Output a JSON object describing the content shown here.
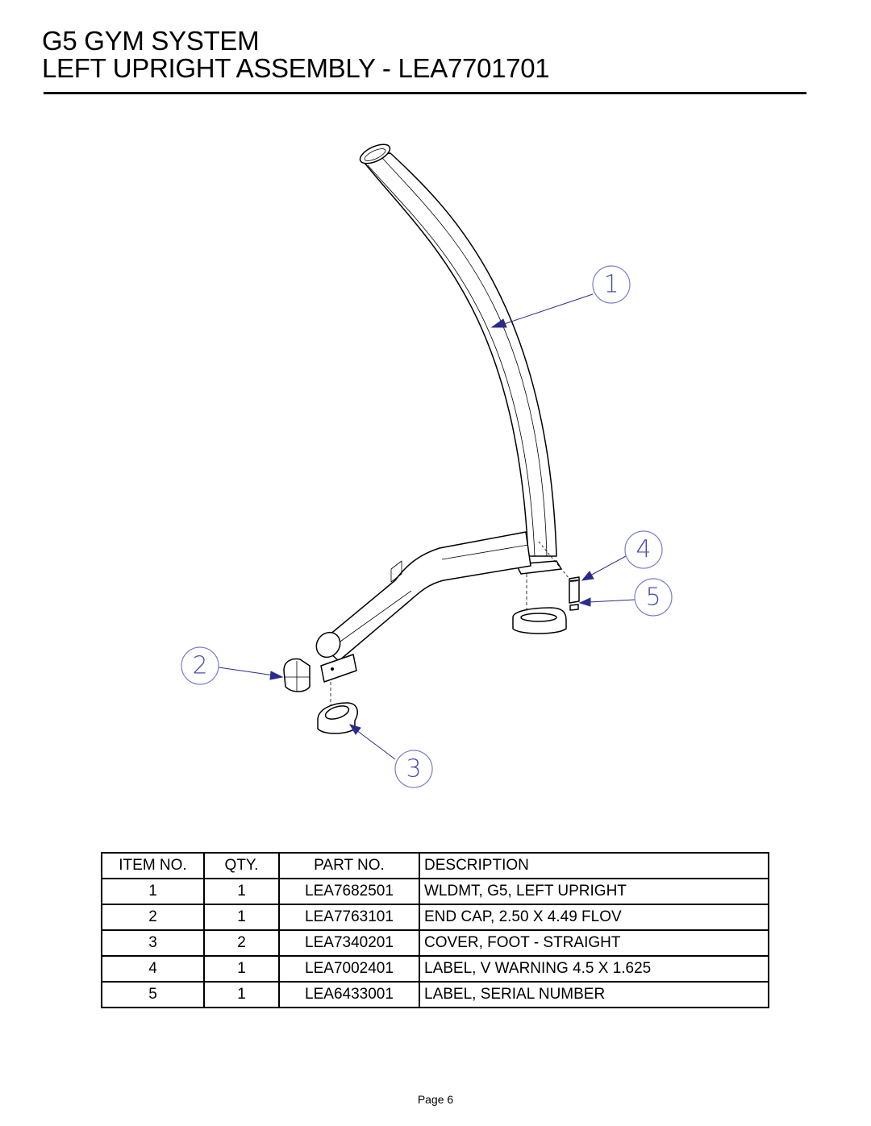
{
  "header": {
    "title_line1": "G5 GYM SYSTEM",
    "title_line2": "LEFT UPRIGHT ASSEMBLY - LEA7701701"
  },
  "drawing": {
    "balloons": [
      "1",
      "2",
      "3",
      "4",
      "5"
    ],
    "line_color": "#2b2b8f",
    "balloon_color": "#7b7bd0"
  },
  "bom": {
    "headers": [
      "ITEM NO.",
      "QTY.",
      "PART NO.",
      "DESCRIPTION"
    ],
    "rows": [
      [
        "1",
        "1",
        "LEA7682501",
        "WLDMT, G5, LEFT UPRIGHT"
      ],
      [
        "2",
        "1",
        "LEA7763101",
        "END CAP, 2.50 X 4.49 FLOV"
      ],
      [
        "3",
        "2",
        "LEA7340201",
        "COVER, FOOT - STRAIGHT"
      ],
      [
        "4",
        "1",
        "LEA7002401",
        "LABEL, V WARNING 4.5 X 1.625"
      ],
      [
        "5",
        "1",
        "LEA6433001",
        "LABEL, SERIAL NUMBER"
      ]
    ]
  },
  "footer": {
    "page": "Page 6"
  }
}
